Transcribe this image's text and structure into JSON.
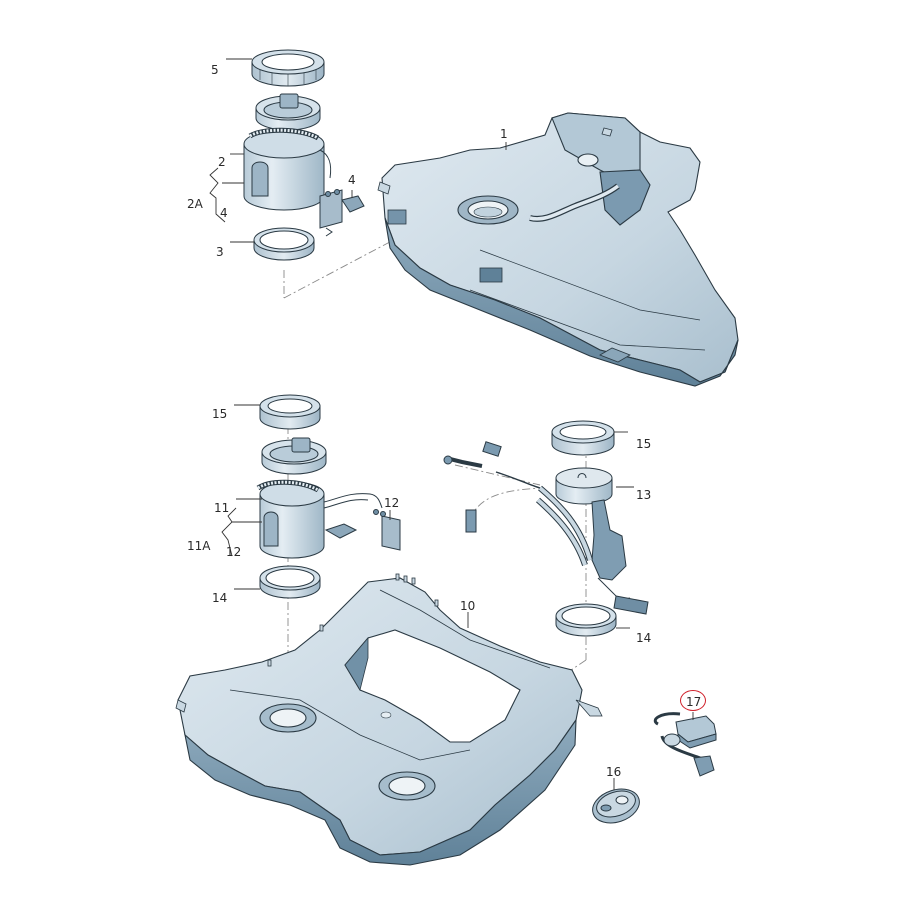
{
  "diagram": {
    "type": "exploded parts diagram",
    "subject": "fuel tank assemblies with fuel pump / sender units",
    "colors": {
      "background": "#ffffff",
      "part_fill": "#c9d8e2",
      "part_fill_light": "#dde8ef",
      "part_shadow": "#6f90a6",
      "part_dark": "#4c6b80",
      "outline": "#2b3a44",
      "leader_line": "#333333",
      "highlight": "#d0202a"
    },
    "highlighted_part": "17"
  },
  "callouts": [
    {
      "id": "c1",
      "label": "1"
    },
    {
      "id": "c2",
      "label": "2"
    },
    {
      "id": "c2a",
      "label": "2A"
    },
    {
      "id": "c4a",
      "label": "4"
    },
    {
      "id": "c4b",
      "label": "4"
    },
    {
      "id": "c3",
      "label": "3"
    },
    {
      "id": "c5",
      "label": "5"
    },
    {
      "id": "c10",
      "label": "10"
    },
    {
      "id": "c11",
      "label": "11"
    },
    {
      "id": "c11a",
      "label": "11A"
    },
    {
      "id": "c12a",
      "label": "12"
    },
    {
      "id": "c12b",
      "label": "12"
    },
    {
      "id": "c13",
      "label": "13"
    },
    {
      "id": "c14a",
      "label": "14"
    },
    {
      "id": "c14b",
      "label": "14"
    },
    {
      "id": "c15a",
      "label": "15"
    },
    {
      "id": "c15b",
      "label": "15"
    },
    {
      "id": "c16",
      "label": "16"
    },
    {
      "id": "c17",
      "label": "17"
    }
  ],
  "parts": [
    {
      "number": "1",
      "name": "upper fuel tank"
    },
    {
      "number": "2",
      "name": "fuel pump module"
    },
    {
      "number": "2A",
      "name": "fuel pump module group (2, 4)"
    },
    {
      "number": "3",
      "name": "seal ring"
    },
    {
      "number": "4",
      "name": "level sender"
    },
    {
      "number": "5",
      "name": "locking ring"
    },
    {
      "number": "10",
      "name": "lower fuel tank"
    },
    {
      "number": "11",
      "name": "fuel pump module"
    },
    {
      "number": "11A",
      "name": "fuel pump module group (11, 12)"
    },
    {
      "number": "12",
      "name": "level sender"
    },
    {
      "number": "13",
      "name": "sender unit with hoses"
    },
    {
      "number": "14",
      "name": "seal ring"
    },
    {
      "number": "15",
      "name": "locking ring"
    },
    {
      "number": "16",
      "name": "cover plate"
    },
    {
      "number": "17",
      "name": "control unit with harness"
    }
  ]
}
